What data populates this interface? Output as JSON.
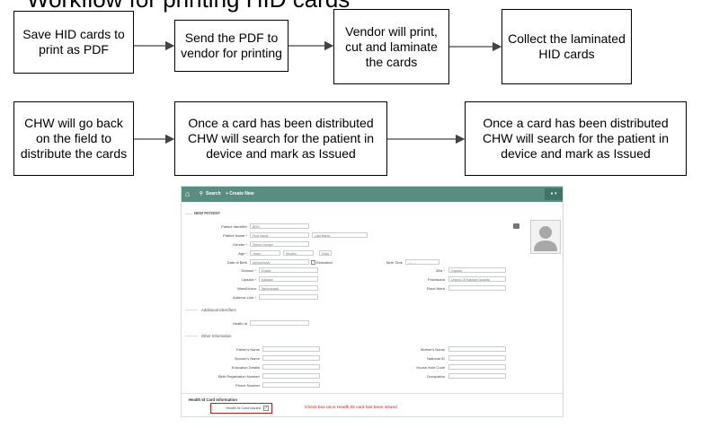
{
  "title_partial": "Workflow for printing HID cards",
  "flow": {
    "row1": [
      "Save HID cards to print as PDF",
      "Send the PDF to vendor for printing",
      "Vendor will print, cut and laminate the cards",
      "Collect the laminated HID cards"
    ],
    "row2": [
      "CHW will go back on the field to distribute the cards",
      "Once a card has been distributed CHW will search for the patient in device and mark as Issued",
      "Once a card has been distributed CHW will search for the patient in device and mark as Issued"
    ]
  },
  "app": {
    "nav": {
      "home_icon": "home-icon",
      "search": "Search",
      "create_new": "+ Create New",
      "user_icon": "user-icon",
      "user_caret": "▾"
    },
    "section_new_patient": "NEW PATIENT",
    "patient_identifier": {
      "label": "Patient Identifier",
      "value": "BDH"
    },
    "patient_name": {
      "label": "Patient Name",
      "first_placeholder": "First Name",
      "last_placeholder": "Last Name"
    },
    "gender": {
      "label": "Gender",
      "value": "Select Gender"
    },
    "age": {
      "label": "Age",
      "years": "Years",
      "months": "Months",
      "days": "Days"
    },
    "dob": {
      "label": "Date of Birth",
      "placeholder": "dd/mm/yyyy",
      "estimated": "Estimated"
    },
    "birth_time": {
      "label": "Birth Time",
      "placeholder": "--:-- --"
    },
    "division": {
      "label": "Division",
      "value": "Dhaka"
    },
    "upazila": {
      "label": "Upazila",
      "value": "Kaliganj"
    },
    "ward_union": {
      "label": "Ward/Union",
      "value": "Bahoraniadi"
    },
    "address_line": {
      "label": "Address Line"
    },
    "zilla": {
      "label": "Zilla",
      "value": "Gazipur"
    },
    "paurasava": {
      "label": "Paurasava",
      "value": "Unions Of Kaliganj Upazila"
    },
    "rural_ward": {
      "label": "Rural Ward"
    },
    "section_additional": "Additional Identifiers",
    "health_id": {
      "label": "Health Id"
    },
    "section_other": "Other Information",
    "fathers_name": {
      "label": "Father's Name"
    },
    "spouses_name": {
      "label": "Spouse's Name"
    },
    "education": {
      "label": "Education Details"
    },
    "birth_reg": {
      "label": "Birth Registration Number"
    },
    "phone": {
      "label": "Phone Number"
    },
    "mothers_name": {
      "label": "Mother's Name"
    },
    "national_id": {
      "label": "National ID"
    },
    "household_code": {
      "label": "House Hold Code"
    },
    "occupation": {
      "label": "Occupation"
    },
    "section_health_card": "Health Id Card Information",
    "health_card_issued": {
      "label": "Health Id Card Issued",
      "checked": true
    },
    "annotation": "Check box once Health ID card has been issued"
  },
  "colors": {
    "nav": "#5a8d82",
    "highlight": "#d9161b"
  }
}
